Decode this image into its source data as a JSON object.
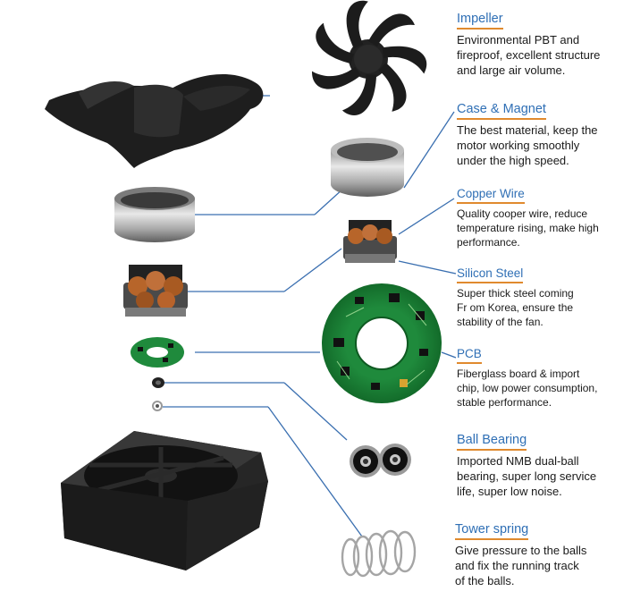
{
  "colors": {
    "title": "#2f6fb5",
    "underline": "#e08a2e",
    "leader": "#3a6fb0",
    "text": "#1a1a1a"
  },
  "components": [
    {
      "key": "impeller",
      "title": "Impeller",
      "lines": [
        "Environmental PBT and",
        "fireproof, excellent structure",
        "and large air volume."
      ],
      "icon": "impeller-icon"
    },
    {
      "key": "case-magnet",
      "title": "Case & Magnet",
      "lines": [
        "The best material, keep the",
        "motor working smoothly",
        "under the high speed."
      ],
      "icon": "magnet-ring-icon"
    },
    {
      "key": "copper-wire",
      "title": "Copper Wire",
      "lines": [
        "Quality cooper wire, reduce",
        "temperature rising, make high",
        "performance."
      ],
      "icon": "stator-coil-icon"
    },
    {
      "key": "silicon-steel",
      "title": "Silicon Steel",
      "lines": [
        "Super thick steel coming",
        "Fr om Korea, ensure the",
        "stability of the fan."
      ],
      "icon": "stator-coil-icon"
    },
    {
      "key": "pcb",
      "title": "PCB",
      "lines": [
        "Fiberglass board & import",
        "chip, low power consumption,",
        "stable performance."
      ],
      "icon": "pcb-board-icon"
    },
    {
      "key": "ball-bearing",
      "title": "Ball Bearing",
      "lines": [
        "Imported NMB dual-ball",
        "bearing, super long service",
        "life, super low noise."
      ],
      "icon": "ball-bearing-icon"
    },
    {
      "key": "tower-spring",
      "title": "Tower spring",
      "lines": [
        "Give pressure to the balls",
        "and fix the running track",
        "of the balls."
      ],
      "icon": "spring-icon"
    }
  ]
}
